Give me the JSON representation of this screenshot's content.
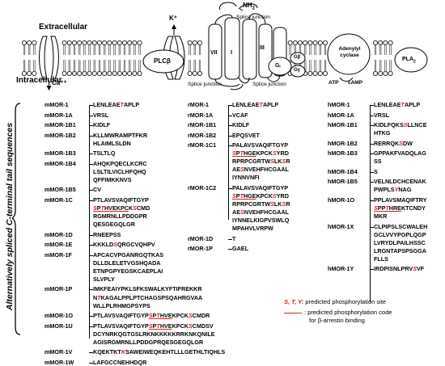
{
  "header": {
    "extracellular": "Extracellular",
    "intracellular": "Intracellular",
    "nh2": "NH",
    "nh2_sub": "2",
    "splice_top": "Splice junction",
    "splice_left": "Splice junction",
    "splice_right": "Splice junction",
    "k_ion": "K⁺",
    "ca_ion": "Ca⁺⁺",
    "plcb": "PLCβ",
    "tm_vii": "VII",
    "tm_i": "I",
    "tm_iii": "III",
    "gi": "Gᵢ",
    "gb": "Gβ",
    "gg": "Gγ",
    "adenylyl": "Adenylyl cyclase",
    "pla2": "PLA",
    "pla2_sub": "2",
    "atp": "ATP",
    "camp": "cAMP"
  },
  "side_title": "Alternatively spliced C-terminal tail sequences",
  "legend": {
    "sty": "S, T, Y:",
    "sty_text": "predicted phosphorylation site",
    "code_text": ": predicted phosphorylation code",
    "code_text2": "for β-arrestin binding"
  },
  "mouse": [
    {
      "name": "mMOR-1",
      "lines": [
        "LENLEAE[T]APLP"
      ]
    },
    {
      "name": "mMOR-1A",
      "lines": [
        "VRSL"
      ]
    },
    {
      "name": "mMOR-1B1",
      "lines": [
        "KIDLF"
      ]
    },
    {
      "name": "mMOR-1B2",
      "lines": [
        "KLLMWRAMPTFKR",
        "HLAIMLSLDN"
      ]
    },
    {
      "name": "mMOR-1B3",
      "lines": [
        "TSLTLQ"
      ]
    },
    {
      "name": "mMOR-1B4",
      "lines": [
        "AHQKPQECLKCRC",
        "LSLTILVICLHFQHQ",
        "QFFIMKKNVS"
      ]
    },
    {
      "name": "mMOR-1B5",
      "lines": [
        "CV"
      ]
    },
    {
      "name": "mMOR-1C",
      "lines": [
        "PTLAVSVAQIFTGYP",
        "{[S]P[T]HVEKPC}K[S]CMD",
        "RGMRNLLPDDGPR",
        "QESGEGQLGR"
      ]
    },
    {
      "name": "mMOR-1D",
      "lines": [
        "RNEEPSS"
      ]
    },
    {
      "name": "mMOR-1E",
      "lines": [
        "KKKLD[S]QRGCVQHPV"
      ]
    },
    {
      "name": "mMOR-1F",
      "lines": [
        "APCACVPGANRGQTKAS",
        "DLLDLELETVGSHQADA",
        "ETNPGPYEGSKCAEPLAI",
        "SLVPLY"
      ]
    },
    {
      "name": "mMOR-1P",
      "lines": [
        "IMKFEAIYPKLSFKSWALKYFTIFREKKR",
        "N[T]KAGALPPLPTCHAGSPSQAHRGVAA",
        "WLLPLRHMGPSYPS"
      ]
    },
    {
      "name": "mMOR-1O",
      "lines": [
        "PTLAVSVAQIFTGYP{[S]P[T]HVE}KPCK[S]CMDR"
      ]
    },
    {
      "name": "mMOR-1U",
      "lines": [
        "PTLAVSVAQIFTGYP{[S]P[T]HVE}KPCK[S]CMDSV",
        "DCYNRKQGTGSLRKNKKKKKRRKNKQNILE",
        "AGISRGMRNLLPDDGPRQESGEGQLGR"
      ]
    },
    {
      "name": "mMOR-1V",
      "lines": [
        "KQEKTKT[K]SAWEIWEQKEHTLLLGETHLTIQHLS"
      ]
    },
    {
      "name": "mMOR-1W",
      "lines": [
        "LAFGCCNEHHDQR"
      ]
    }
  ],
  "rat": [
    {
      "name": "rMOR-1",
      "lines": [
        "LENLEAE[T]APLP"
      ]
    },
    {
      "name": "rMOR-1A",
      "lines": [
        "VCAF"
      ]
    },
    {
      "name": "rMOR-1B1",
      "lines": [
        "KIDLF"
      ]
    },
    {
      "name": "rMOR-1B2",
      "lines": [
        "EPQSVET"
      ]
    },
    {
      "name": "rMOR-1C1",
      "lines": [
        "PALAVSVAQIFTGYP",
        "{[S]P[T]HGE}KPCK[S]YRD",
        "RPRPCGRTW[S]LK[S]R",
        "AE[S]NVEHFHCGAAL",
        "IYNNVNFI"
      ]
    },
    {
      "name": "rMOR-1C2",
      "lines": [
        "PALAVSVAQIFTGYP",
        "{[S]P[T]HGE}KPCK[S]YRD",
        "RPRPCGRTW[S]LK[S]R",
        "AE[S]NVEHFHCGAAL",
        "IYNNELKIGPVSWLQ",
        "MPAHVLVRPW"
      ]
    },
    {
      "name": "rMOR-1D",
      "lines": [
        "T"
      ]
    },
    {
      "name": "rMOR-1P",
      "lines": [
        "GAEL"
      ]
    }
  ],
  "human": [
    {
      "name": "hMOR-1",
      "lines": [
        "LENLEAE[T]APLP"
      ]
    },
    {
      "name": "hMOR-1A",
      "lines": [
        "VRSL"
      ]
    },
    {
      "name": "hMOR-1B1",
      "lines": [
        "KIDLFQKS[S]LLNCE",
        "HTKG"
      ]
    },
    {
      "name": "hMOR-1B2",
      "lines": [
        "RERRQK[S]DW"
      ]
    },
    {
      "name": "hMOR-1B3",
      "lines": [
        "GPPAKFVADQLAG",
        "SS"
      ]
    },
    {
      "name": "hMOR-1B4",
      "lines": [
        "S"
      ]
    },
    {
      "name": "hMOR-1B5",
      "lines": [
        "VELNLDCHCENAK",
        "PWPLS[Y]NAG"
      ]
    },
    {
      "name": "hMOR-1O",
      "lines": [
        "PPLAVSMAQIFTRY",
        "{[S]PP[T]HRE}KTCNDY",
        "MKR"
      ]
    },
    {
      "name": "hMOR-1X",
      "lines": [
        "CLPIPSLSCWALEH",
        "GCLVVYPGPLQGP",
        "LVRYDLPAILHSSC",
        "LRGNTAPSPSGGA",
        "FLLS"
      ]
    },
    {
      "name": "hMOR-1Y",
      "lines": [
        "IRDPISNLPRV[S]VF"
      ]
    }
  ]
}
